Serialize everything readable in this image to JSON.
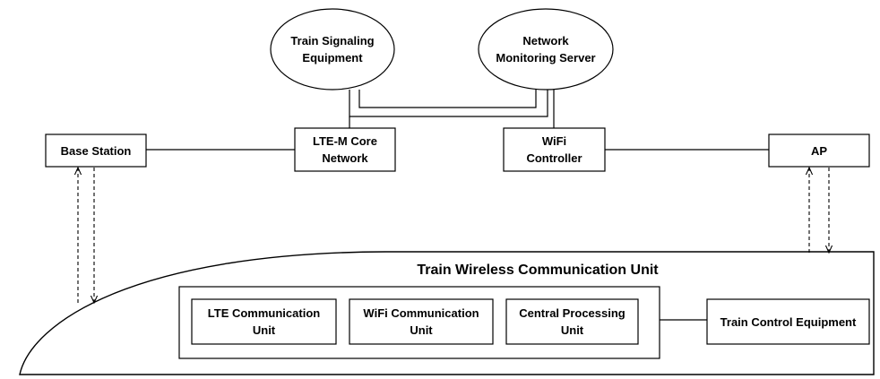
{
  "nodes": {
    "train_signaling": "Train Signaling\nEquipment",
    "network_monitoring": "Network\nMonitoring Server",
    "base_station": "Base Station",
    "lte_core": "LTE-M Core\nNetwork",
    "wifi_controller": "WiFi\nController",
    "ap": "AP",
    "train_unit_title": "Train Wireless Communication Unit",
    "lte_comm": "LTE Communication\nUnit",
    "wifi_comm": "WiFi Communication\nUnit",
    "central_proc": "Central Processing\nUnit",
    "train_control": "Train Control Equipment"
  }
}
